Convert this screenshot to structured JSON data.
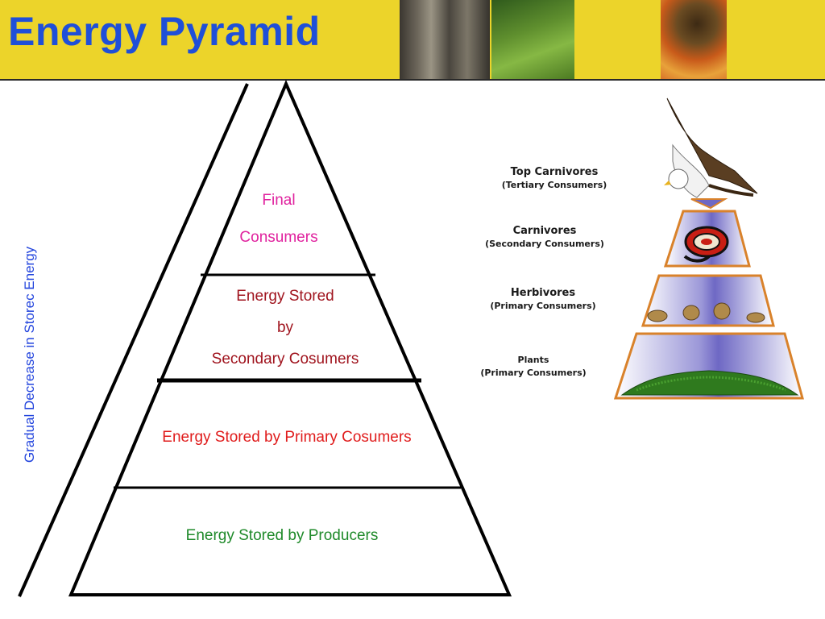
{
  "header": {
    "title": "Energy Pyramid",
    "colors": {
      "banner": "#ecd42a",
      "title": "#1f4fd8"
    }
  },
  "left_pyramid": {
    "side_label": "Gradual Decrease in Storec Energy",
    "levels": [
      {
        "lines": [
          "Final",
          "Consumers"
        ],
        "color": "#e0229e"
      },
      {
        "lines": [
          "Energy Stored",
          "by",
          "Secondary Cosumers"
        ],
        "color": "#a0141e"
      },
      {
        "lines": [
          "Energy Stored by Primary Cosumers"
        ],
        "color": "#e01c1c"
      },
      {
        "lines": [
          "Energy Stored by Producers"
        ],
        "color": "#1f8a2a"
      }
    ]
  },
  "right_pyramid": {
    "levels": [
      {
        "name": "Top Carnivores",
        "detail": "(Tertiary Consumers)",
        "icon": "eagle-icon"
      },
      {
        "name": "Carnivores",
        "detail": "(Secondary Consumers)",
        "icon": "snake-icon"
      },
      {
        "name": "Herbivores",
        "detail": "(Primary Consumers)",
        "icon": "mice-icon"
      },
      {
        "name": "Plants",
        "detail": "(Primary Consumers)",
        "icon": "grass-icon"
      }
    ]
  }
}
